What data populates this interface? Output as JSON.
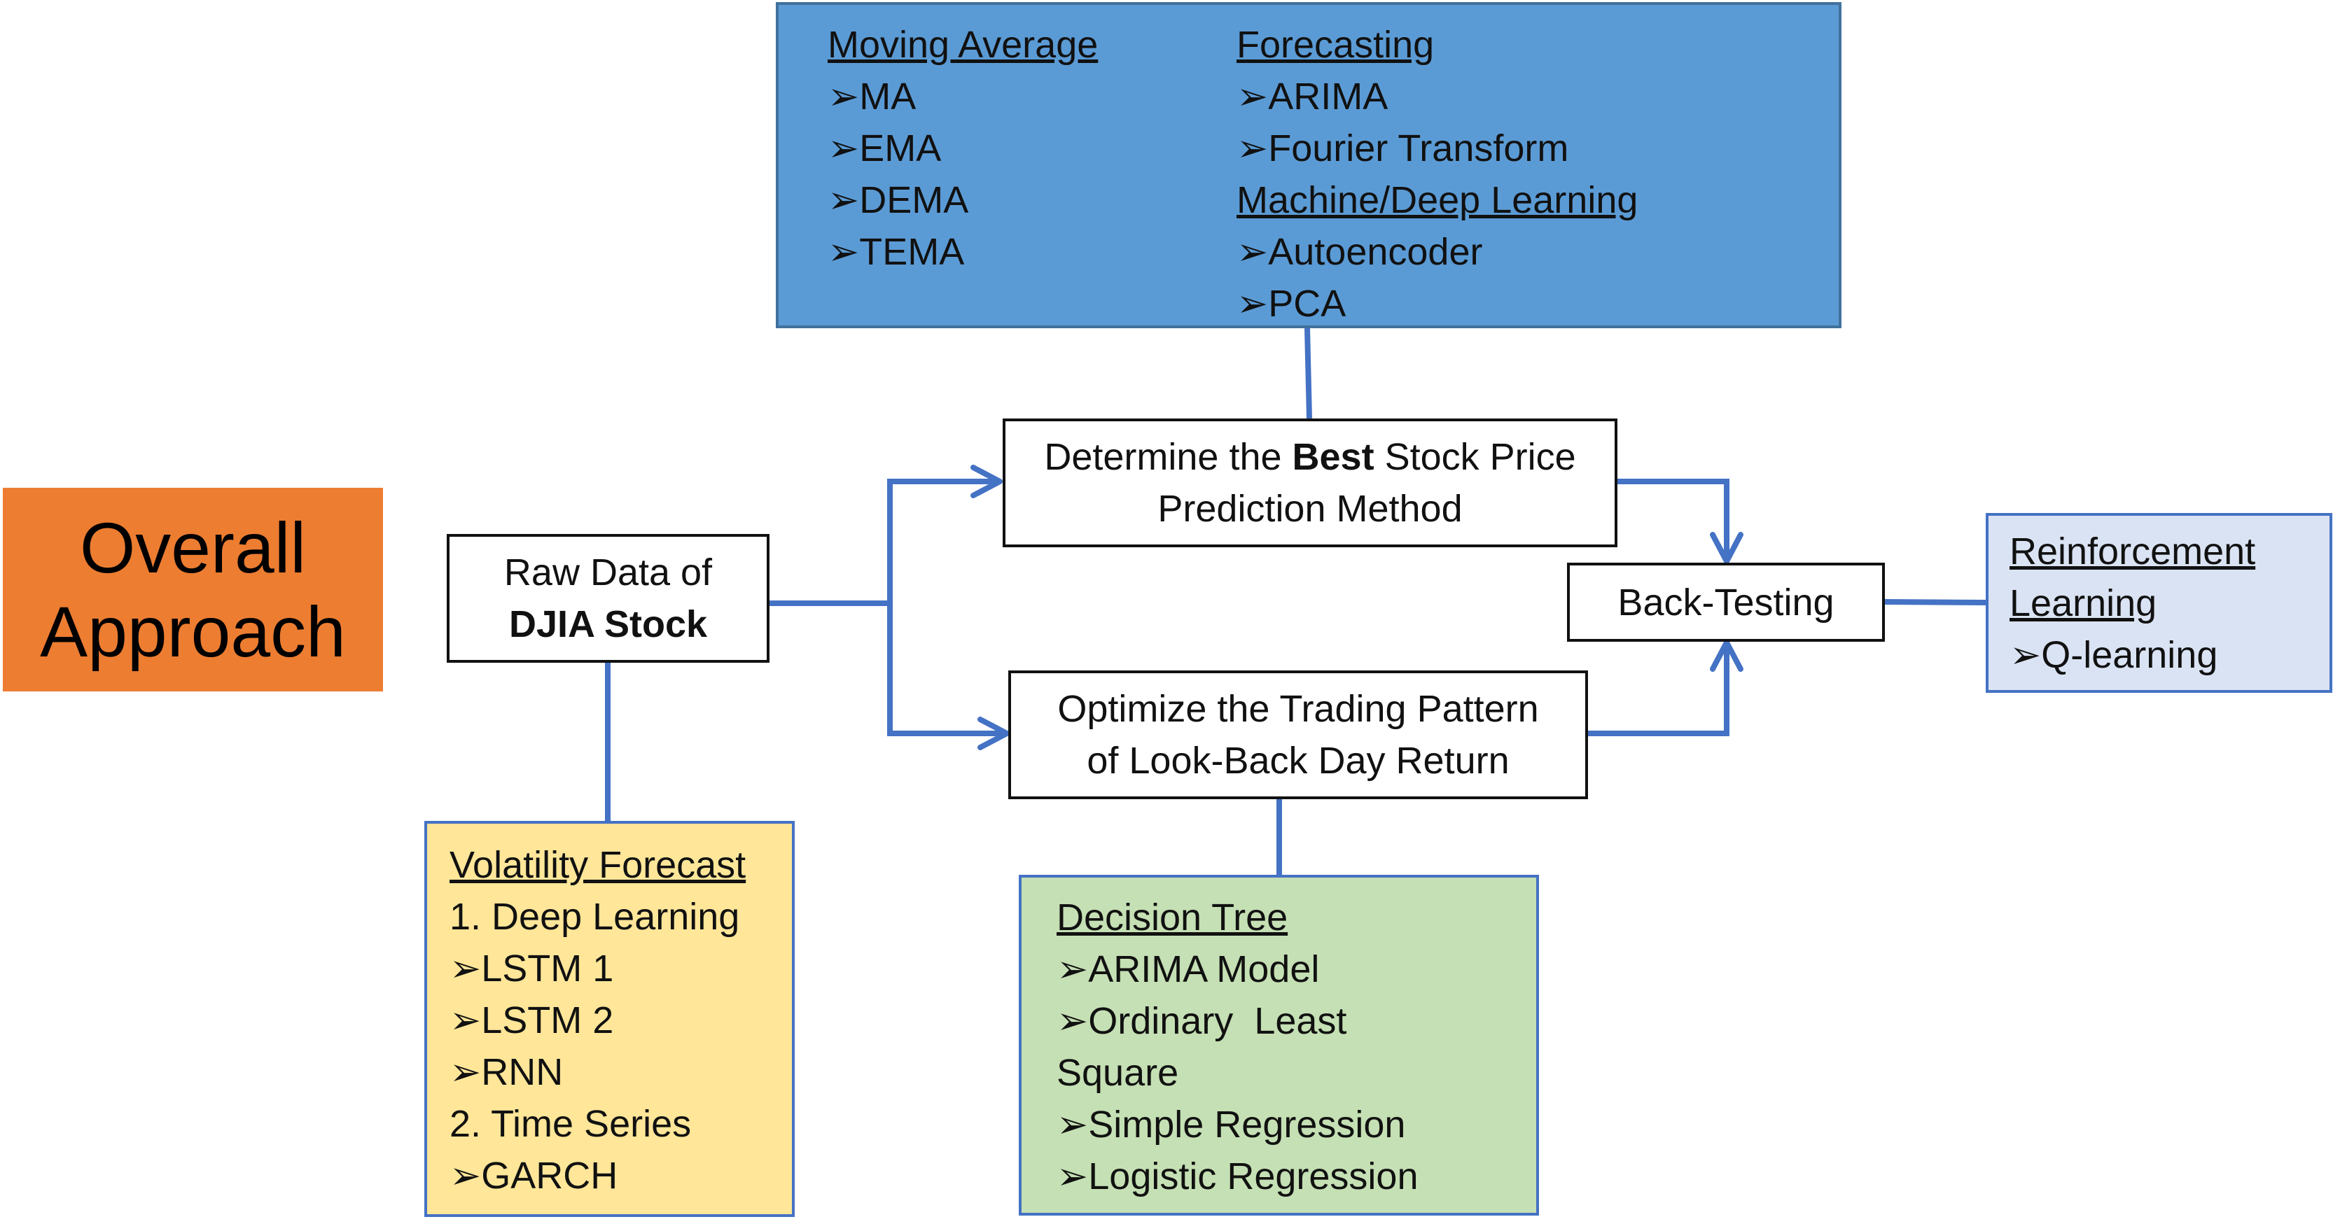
{
  "title": {
    "line1": "Overall",
    "line2": "Approach"
  },
  "raw_data": {
    "line1": "Raw Data of",
    "line2": "DJIA Stock"
  },
  "best_method": {
    "line1_pre": "Determine the ",
    "line1_bold": "Best",
    "line1_post": " Stock Price",
    "line2": "Prediction Method"
  },
  "optimize": {
    "line1": "Optimize the Trading Pattern",
    "line2": "of Look-Back Day Return"
  },
  "back_testing": {
    "label": "Back-Testing"
  },
  "methods": {
    "moving_average": {
      "heading": "Moving Average",
      "items": [
        "MA",
        "EMA",
        "DEMA",
        "TEMA"
      ]
    },
    "forecasting": {
      "heading": "Forecasting",
      "items": [
        "ARIMA",
        "Fourier Transform"
      ]
    },
    "ml": {
      "heading": "Machine/Deep Learning",
      "items": [
        "Autoencoder",
        "PCA"
      ]
    }
  },
  "volatility": {
    "heading": "Volatility Forecast",
    "sub1": "1. Deep Learning",
    "items1": [
      "LSTM 1",
      "LSTM 2",
      "RNN"
    ],
    "sub2": "2. Time Series",
    "items2": [
      "GARCH"
    ]
  },
  "decision_tree": {
    "heading": "Decision Tree",
    "items": [
      "ARIMA Model",
      "Ordinary  Least"
    ],
    "continuation": "Square",
    "items2": [
      "Simple Regression",
      "Logistic Regression"
    ]
  },
  "reinforcement": {
    "heading_line1": "Reinforcement",
    "heading_line2": "Learning",
    "items": [
      "Q-learning"
    ]
  },
  "bullet_glyph": "➢",
  "colors": {
    "title_bg": "#ED7D31",
    "methods_bg": "#5B9BD5",
    "volatility_bg": "#FFE699",
    "decision_tree_bg": "#C5E0B4",
    "reinforcement_bg": "#DAE3F3",
    "connector": "#4472C4"
  }
}
